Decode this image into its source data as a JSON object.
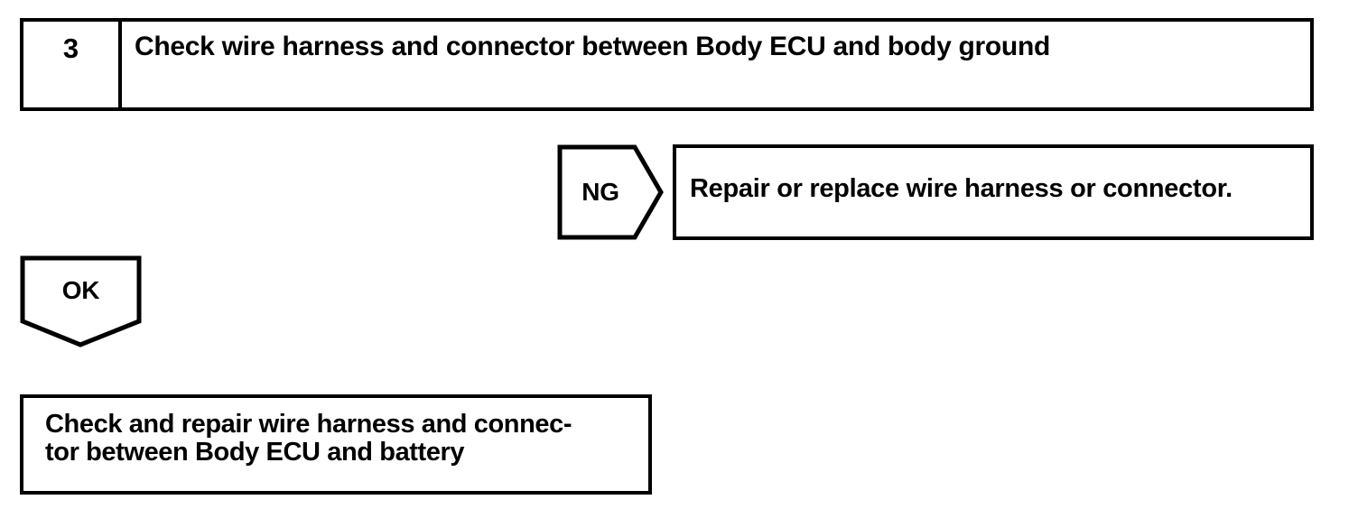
{
  "document": {
    "type": "troubleshooting-flowchart",
    "colors": {
      "ink": "#000000",
      "paper": "#ffffff"
    }
  },
  "step": {
    "number": "3",
    "title": "Check wire harness and connector between Body ECU and body ground"
  },
  "branches": {
    "ng": {
      "tag_label": "NG",
      "result": "Repair or replace wire harness or connector."
    },
    "ok": {
      "tag_label": "OK"
    }
  },
  "final_action": {
    "text": "Check and repair wire harness and connec-\ntor between Body ECU and battery",
    "line1": "Check and repair wire harness and connec-",
    "line2": "tor between Body ECU and battery"
  }
}
